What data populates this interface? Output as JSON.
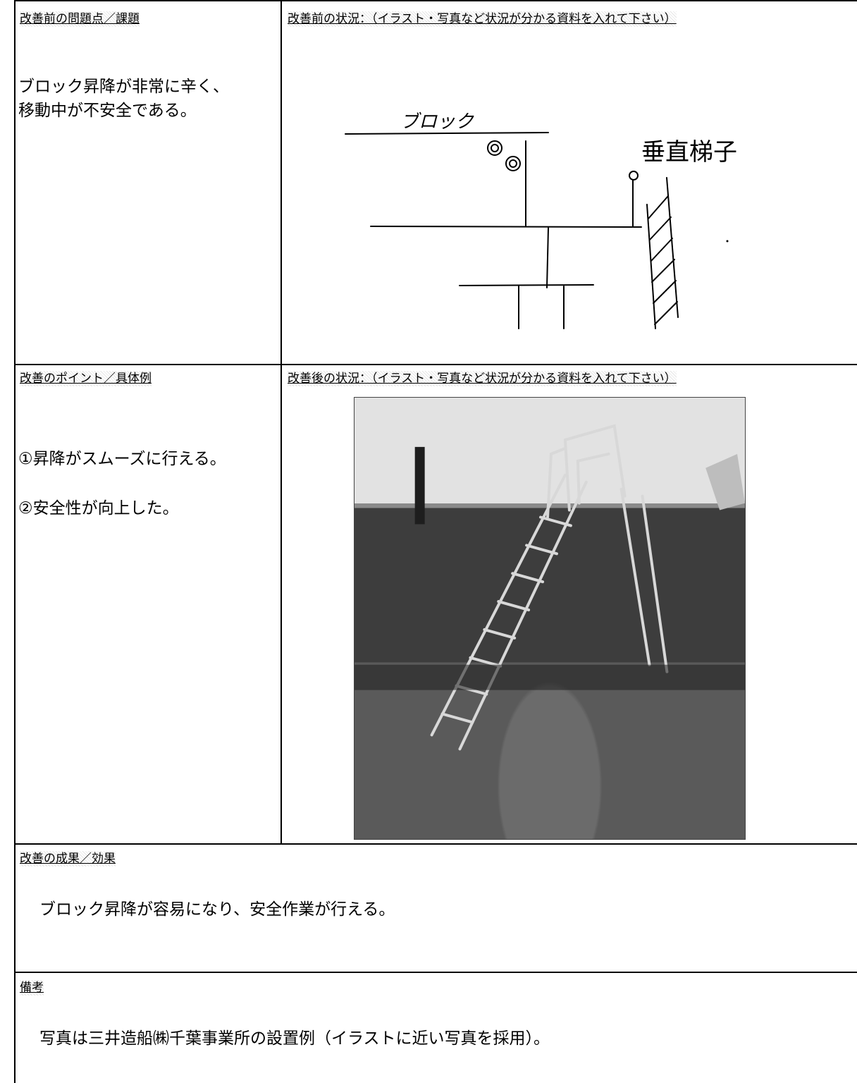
{
  "before_problem": {
    "header": "改善前の問題点／課題",
    "lines": [
      "ブロック昇降が非常に辛く、",
      "移動中が不安全である。"
    ]
  },
  "before_situation": {
    "header": "改善前の状況：（イラスト・写真など状況が分かる資料を入れて下さい）",
    "sketch_label_block": "ブロック",
    "sketch_label_ladder": "垂直梯子"
  },
  "improvement_points": {
    "header": "改善のポイント／具体例",
    "items": [
      "①昇降がスムーズに行える。",
      "②安全性が向上した。"
    ]
  },
  "after_situation": {
    "header": "改善後の状況：（イラスト・写真など状況が分かる資料を入れて下さい）"
  },
  "results": {
    "header": "改善の成果／効果",
    "text": "ブロック昇降が容易になり、安全作業が行える。"
  },
  "remarks": {
    "header": "備考",
    "text": "写真は三井造船㈱千葉事業所の設置例（イラストに近い写真を採用）。"
  }
}
